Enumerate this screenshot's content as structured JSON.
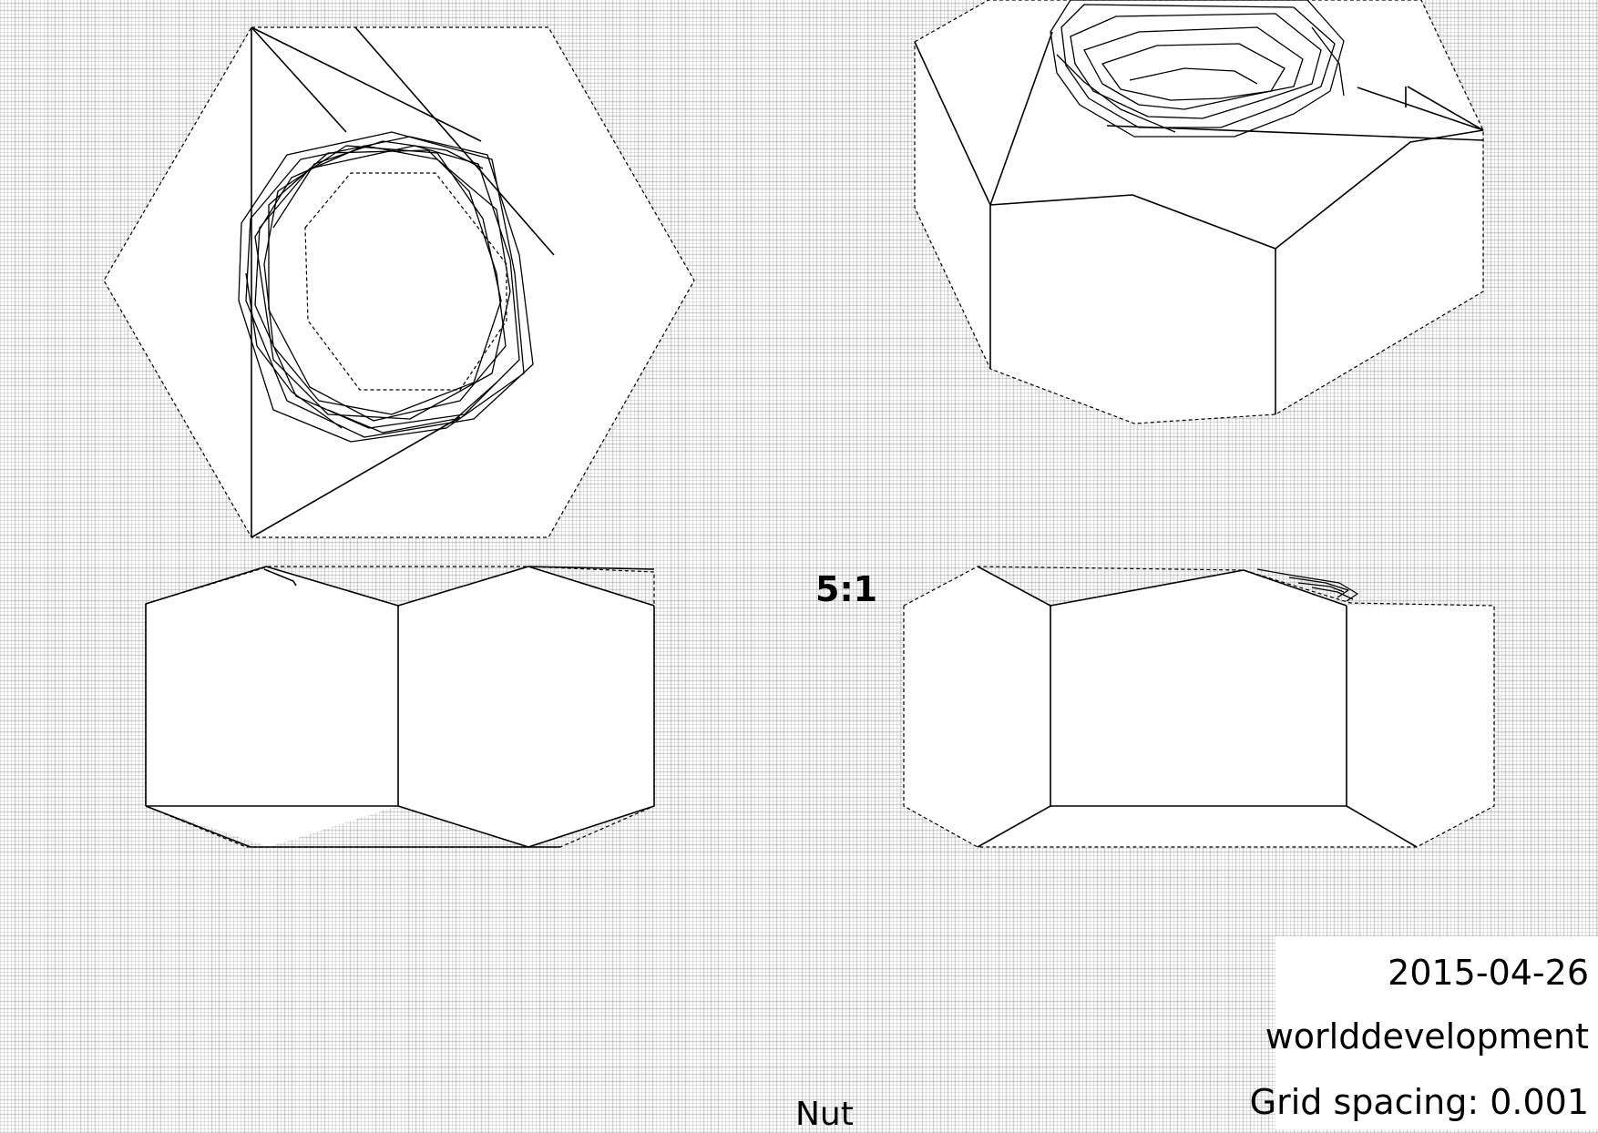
{
  "scale": "5:1",
  "title_block": {
    "date": "2015-04-26",
    "author": "worlddevelopment",
    "grid_spacing": "Grid spacing: 0.001"
  },
  "part_name": "Nut",
  "views": [
    {
      "name": "top-view"
    },
    {
      "name": "isometric-view"
    },
    {
      "name": "front-view"
    },
    {
      "name": "side-view"
    }
  ]
}
